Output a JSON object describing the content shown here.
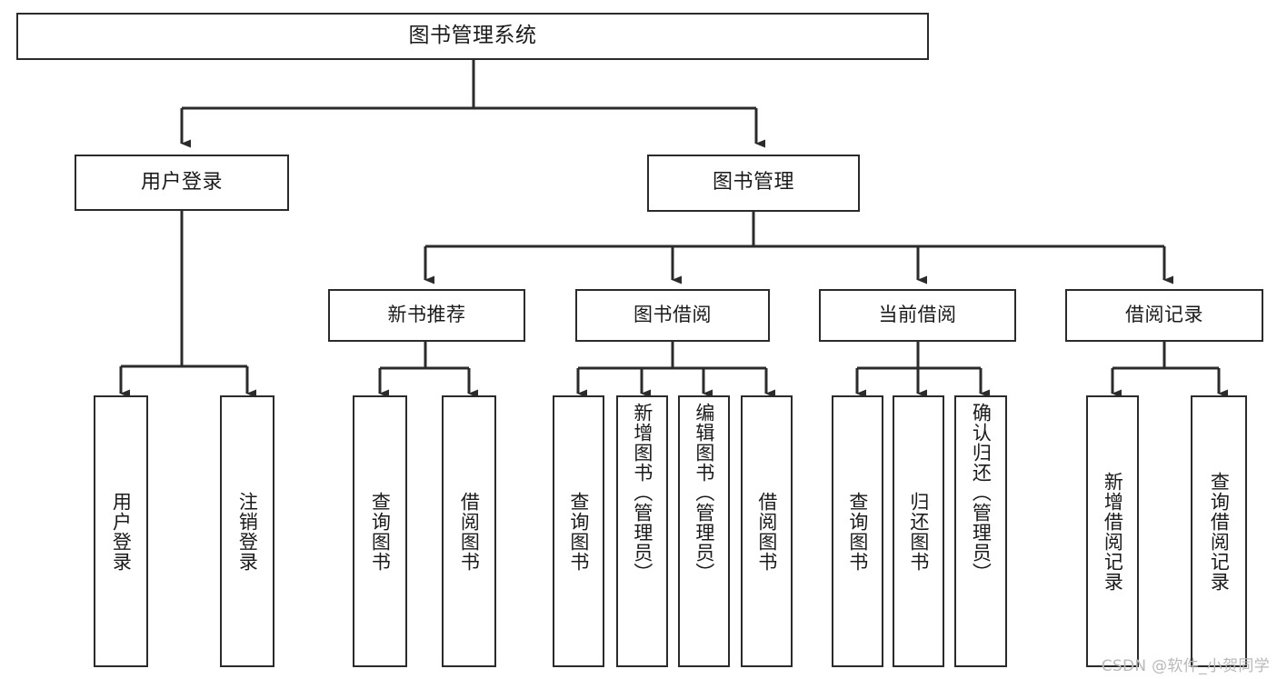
{
  "diagram": {
    "type": "tree",
    "title": "图书管理系统",
    "watermark": "CSDN @软件_小贺同学",
    "colors": {
      "box_border": "#2b2b2b",
      "box_fill": "#ffffff",
      "connector": "#2b2b2b",
      "text": "#1a1a1a",
      "watermark": "#b9b9b9",
      "background": "#ffffff"
    },
    "root": {
      "label": "图书管理系统",
      "level": 1
    },
    "level2": [
      {
        "label": "用户登录",
        "level": 2
      },
      {
        "label": "图书管理",
        "level": 2
      }
    ],
    "level3": [
      {
        "label": "新书推荐",
        "level": 3,
        "parent": "图书管理"
      },
      {
        "label": "图书借阅",
        "level": 3,
        "parent": "图书管理"
      },
      {
        "label": "当前借阅",
        "level": 3,
        "parent": "图书管理"
      },
      {
        "label": "借阅记录",
        "level": 3,
        "parent": "图书管理"
      }
    ],
    "leaves": {
      "user_login": [
        {
          "label": "用户登录"
        },
        {
          "label": "注销登录"
        }
      ],
      "new_book_recommend": [
        {
          "label": "查询图书"
        },
        {
          "label": "借阅图书"
        }
      ],
      "book_borrow": [
        {
          "label": "查询图书"
        },
        {
          "label": "新增图书（管理员）"
        },
        {
          "label": "编辑图书（管理员）"
        },
        {
          "label": "借阅图书"
        }
      ],
      "current_borrow": [
        {
          "label": "查询图书"
        },
        {
          "label": "归还图书"
        },
        {
          "label": "确认归还（管理员）"
        }
      ],
      "borrow_record": [
        {
          "label": "新增借阅记录"
        },
        {
          "label": "查询借阅记录"
        }
      ]
    }
  }
}
